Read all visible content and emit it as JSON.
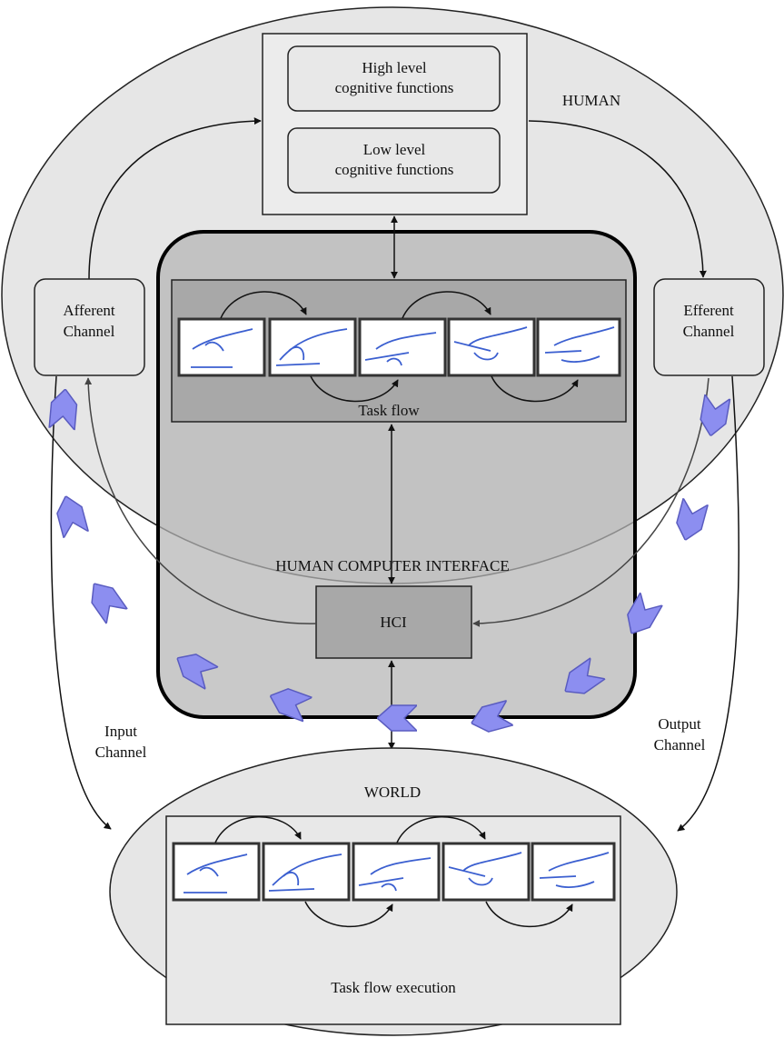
{
  "human": {
    "label": "HUMAN"
  },
  "cognitive": {
    "high": [
      "High level",
      "cognitive functions"
    ],
    "low": [
      "Low level",
      "cognitive functions"
    ]
  },
  "afferent": [
    "Afferent",
    "Channel"
  ],
  "efferent": [
    "Efferent",
    "Channel"
  ],
  "task_flow": {
    "label": "Task flow"
  },
  "interface": {
    "label": "HUMAN COMPUTER INTERFACE"
  },
  "hci": {
    "label": "HCI"
  },
  "input_channel": [
    "Input",
    "Channel"
  ],
  "output_channel": [
    "Output",
    "Channel"
  ],
  "world": {
    "label": "WORLD"
  },
  "task_flow_execution": {
    "label": "Task flow execution"
  }
}
